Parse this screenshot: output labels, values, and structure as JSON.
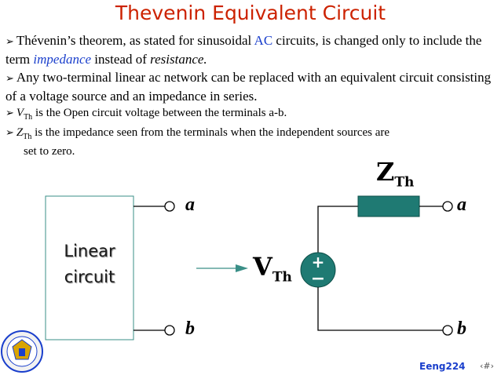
{
  "title": "Thevenin Equivalent Circuit",
  "bullets": {
    "b1_pre": "Thévenin’s theorem, as stated for sinusoidal ",
    "b1_ac": "AC",
    "b1_mid": " circuits, is changed only to include the term ",
    "b1_imp": "impedance",
    "b1_mid2": " instead of ",
    "b1_res": "resistance.",
    "b2": "Any two-terminal linear ac network can be replaced with an equivalent circuit consisting of a voltage source and an impedance in series.",
    "b3_sym": "V",
    "b3_sub": "Th",
    "b3_text": " is the Open circuit voltage between the terminals a-b.",
    "b4_sym": "Z",
    "b4_sub": "Th",
    "b4_text": " is the impedance seen from the terminals when the independent sources are",
    "b4_text2": "set to zero."
  },
  "diagram": {
    "box_line1": "Linear",
    "box_line2": "circuit",
    "term_a_left": "a",
    "term_b_left": "b",
    "term_a_right": "a",
    "term_b_right": "b",
    "zth_sym": "Z",
    "zth_sub": "Th",
    "vth_sym": "V",
    "vth_sub": "Th",
    "plus": "+",
    "minus": "−"
  },
  "footer": {
    "course": "Eeng224",
    "page": "‹#›"
  },
  "colors": {
    "title": "#cc2200",
    "accent": "#1a3fcc",
    "resistor": "#1f7a73"
  }
}
